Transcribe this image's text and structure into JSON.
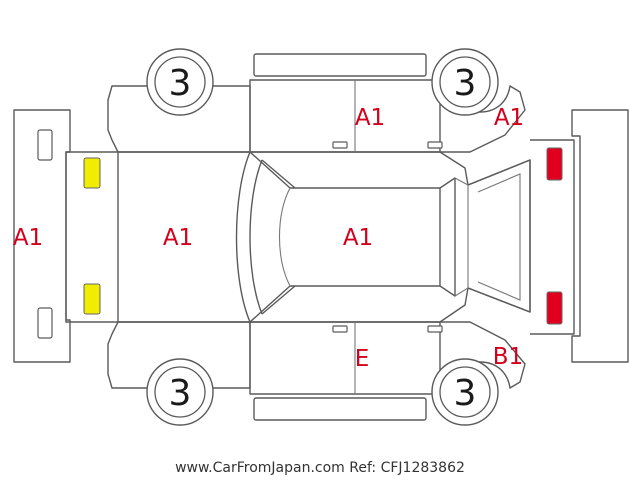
{
  "wheels": {
    "front_left": "3",
    "rear_left": "3",
    "front_right": "3",
    "rear_right": "3"
  },
  "damage_codes": {
    "front_bumper": "A1",
    "hood": "A1",
    "roof": "A1",
    "left_rear_door": "A1",
    "left_rear_quarter": "A1",
    "right_rear_door": "E",
    "right_rear_quarter": "B1"
  },
  "colors": {
    "code_text": "#d3001c",
    "front_lamp": "#f2ec00",
    "rear_lamp": "#e0001e",
    "outline": "#5a5a5a"
  },
  "footer": {
    "source": "www.CarFromJapan.com Ref: CFJ1283862"
  }
}
